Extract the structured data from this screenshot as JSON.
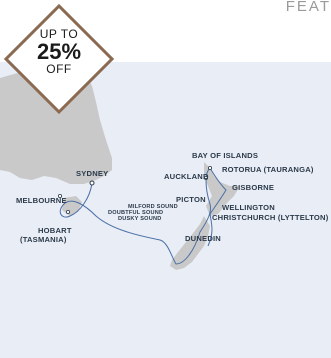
{
  "header": {
    "title_fragment": "FEAT"
  },
  "badge": {
    "line1": "UP TO",
    "line2": "25%",
    "line3": "OFF"
  },
  "colors": {
    "ocean": "#e9edf6",
    "land": "#c9c9c9",
    "route": "#4a6fa5",
    "badge_border": "#8b6a52",
    "label_text": "#2b3a4a"
  },
  "ports": {
    "sydney": "SYDNEY",
    "melbourne": "MELBOURNE",
    "hobart": "HOBART",
    "tasmania": "(TASMANIA)",
    "bay_of_islands": "BAY OF ISLANDS",
    "auckland": "AUCKLAND",
    "rotorua": "ROTORUA (TAURANGA)",
    "gisborne": "GISBORNE",
    "picton": "PICTON",
    "wellington": "WELLINGTON",
    "christchurch": "CHRISTCHURCH (LYTTELTON)",
    "dunedin": "DUNEDIN",
    "milford_sound": "MILFORD SOUND",
    "doubtful_sound": "DOUBTFUL SOUND",
    "dusky_sound": "DUSKY SOUND"
  }
}
